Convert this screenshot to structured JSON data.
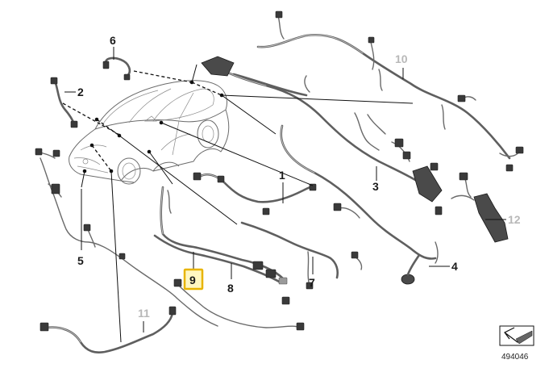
{
  "diagram": {
    "callouts": [
      {
        "id": "1",
        "label": "1"
      },
      {
        "id": "2",
        "label": "2"
      },
      {
        "id": "3",
        "label": "3"
      },
      {
        "id": "4",
        "label": "4"
      },
      {
        "id": "5",
        "label": "5"
      },
      {
        "id": "6",
        "label": "6"
      },
      {
        "id": "7",
        "label": "7"
      },
      {
        "id": "8",
        "label": "8"
      },
      {
        "id": "9",
        "label": "9"
      },
      {
        "id": "10",
        "label": "10"
      },
      {
        "id": "11",
        "label": "11"
      },
      {
        "id": "12",
        "label": "12"
      }
    ],
    "highlighted_callout": "9",
    "reference_number": "494046",
    "colors": {
      "highlight_border": "#e8b400",
      "highlight_fill": "#fff7c2",
      "dimmed_callout": "#b8b8b8",
      "active_callout": "#1a1a1a"
    }
  }
}
